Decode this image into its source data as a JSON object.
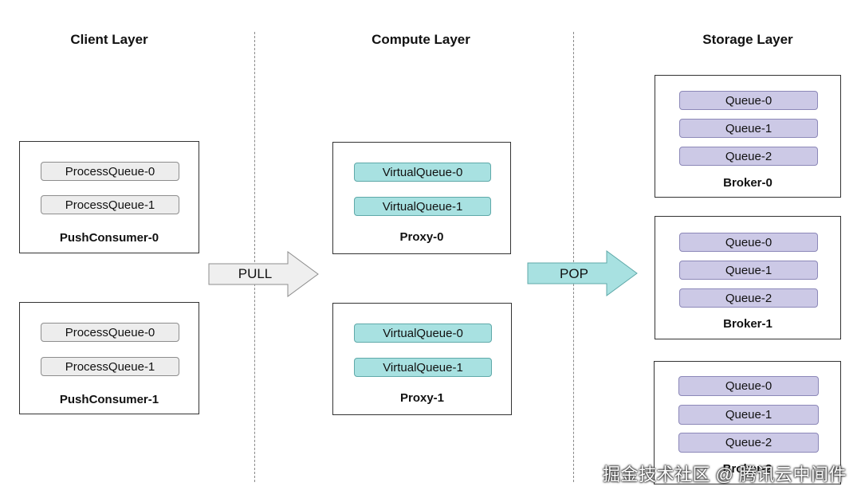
{
  "layers": {
    "client": "Client Layer",
    "compute": "Compute Layer",
    "storage": "Storage Layer"
  },
  "consumers": [
    {
      "name": "PushConsumer-0",
      "queues": [
        "ProcessQueue-0",
        "ProcessQueue-1"
      ]
    },
    {
      "name": "PushConsumer-1",
      "queues": [
        "ProcessQueue-0",
        "ProcessQueue-1"
      ]
    }
  ],
  "proxies": [
    {
      "name": "Proxy-0",
      "queues": [
        "VirtualQueue-0",
        "VirtualQueue-1"
      ]
    },
    {
      "name": "Proxy-1",
      "queues": [
        "VirtualQueue-0",
        "VirtualQueue-1"
      ]
    }
  ],
  "brokers": [
    {
      "name": "Broker-0",
      "queues": [
        "Queue-0",
        "Queue-1",
        "Queue-2"
      ]
    },
    {
      "name": "Broker-1",
      "queues": [
        "Queue-0",
        "Queue-1",
        "Queue-2"
      ]
    },
    {
      "name": "Broker-2",
      "queues": [
        "Queue-0",
        "Queue-1",
        "Queue-2"
      ]
    }
  ],
  "arrows": {
    "pull": "PULL",
    "pop": "POP"
  },
  "colors": {
    "process_queue": "#ededed",
    "virtual_queue": "#a8e1e1",
    "broker_queue": "#ccc9e6",
    "pull_arrow": "#efefef",
    "pop_arrow": "#a8e1e1"
  },
  "watermark": "掘金技术社区 @ 腾讯云中间件"
}
